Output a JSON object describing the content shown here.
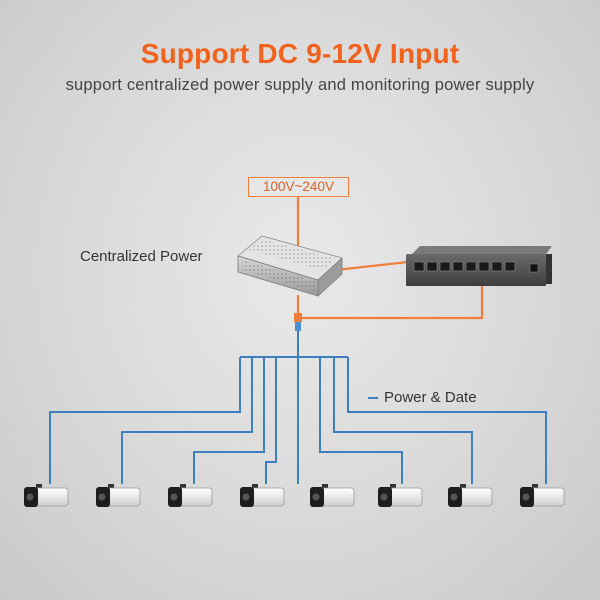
{
  "header": {
    "title": "Support DC 9-12V Input",
    "subtitle": "support centralized power supply and monitoring power supply"
  },
  "labels": {
    "voltage_range": "100V~240V",
    "centralized_power": "Centralized Power",
    "power_data": "Power & Date"
  },
  "colors": {
    "accent": "#f2621c",
    "power_line": "#f07f3c",
    "data_line": "#3d7fc1"
  },
  "devices": {
    "power_supply": "centralized-power-supply",
    "switch_ports": 8,
    "camera_count": 8
  }
}
